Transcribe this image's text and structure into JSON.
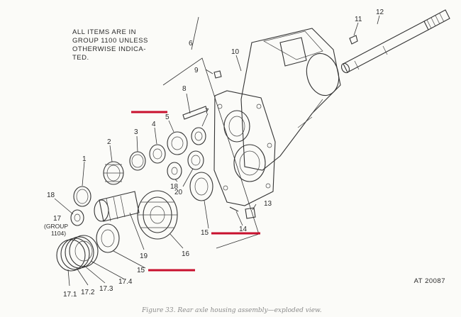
{
  "note_lines": [
    "ALL ITEMS ARE IN",
    "GROUP 1100 UNLESS",
    "OTHERWISE INDICA-",
    "TED."
  ],
  "figure_id": "AT 20087",
  "caption": "Figure 33. Rear axle housing assembly—exploded view.",
  "callouts": {
    "c1": "1",
    "c2": "2",
    "c3": "3",
    "c4": "4",
    "c5": "5",
    "c6": "6",
    "c7": "7",
    "c8": "8",
    "c9": "9",
    "c10": "10",
    "c11": "11",
    "c12": "12",
    "c13": "13",
    "c14": "14",
    "c15a": "15",
    "c15b": "15",
    "c16": "16",
    "c17": "17",
    "c17_group": "(GROUP",
    "c17_num": "1104)",
    "c171": "17.1",
    "c172": "17.2",
    "c173": "17.3",
    "c174": "17.4",
    "c18": "18",
    "c19": "19",
    "c20": "20"
  },
  "colors": {
    "highlight": "#c8102e",
    "ink": "#333333",
    "paper": "#fbfbf8"
  }
}
